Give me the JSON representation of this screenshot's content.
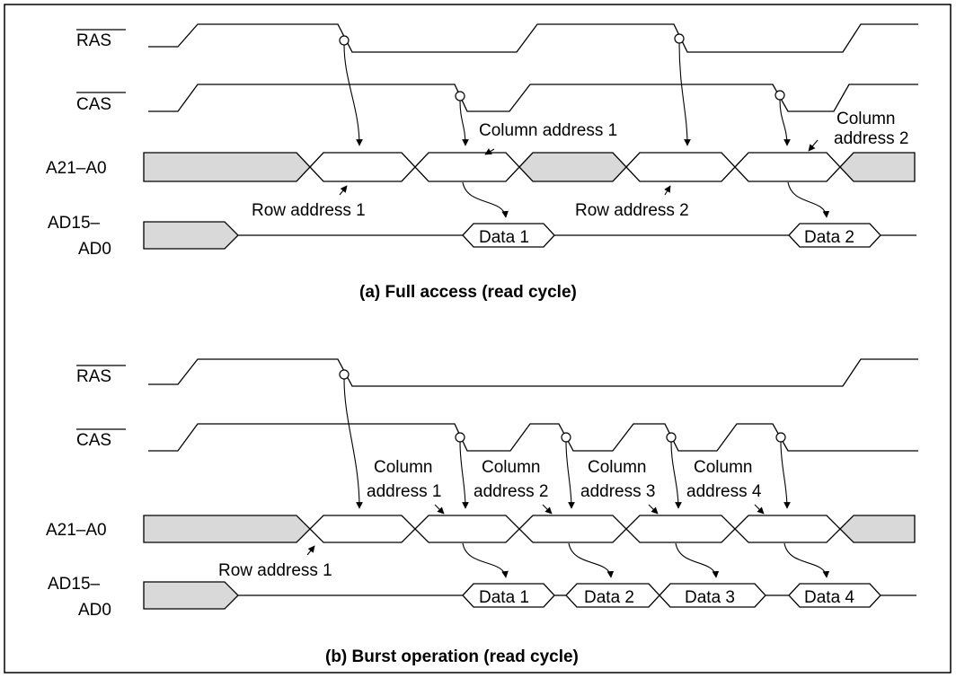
{
  "full_access": {
    "signal_ras": "RAS",
    "signal_cas": "CAS",
    "signal_addr": "A21–A0",
    "signal_data_line1": "AD15–",
    "signal_data_line2": "AD0",
    "row_label": "Row address 1",
    "row_label_2": "Row address 2",
    "col_label_1": "Column address 1",
    "col_label_2_line1": "Column",
    "col_label_2_line2": "address 2",
    "data_1": "Data 1",
    "data_2": "Data 2",
    "caption": "(a)  Full access (read cycle)"
  },
  "burst": {
    "signal_ras": "RAS",
    "signal_cas": "CAS",
    "signal_addr": "A21–A0",
    "signal_data_line1": "AD15–",
    "signal_data_line2": "AD0",
    "row_label": "Row address 1",
    "col_line1": "Column",
    "col_1_line2": "address 1",
    "col_2_line2": "address 2",
    "col_3_line2": "address 3",
    "col_4_line2": "address 4",
    "data_1": "Data 1",
    "data_2": "Data 2",
    "data_3": "Data 3",
    "data_4": "Data 4",
    "caption": "(b)  Burst operation (read cycle)"
  }
}
